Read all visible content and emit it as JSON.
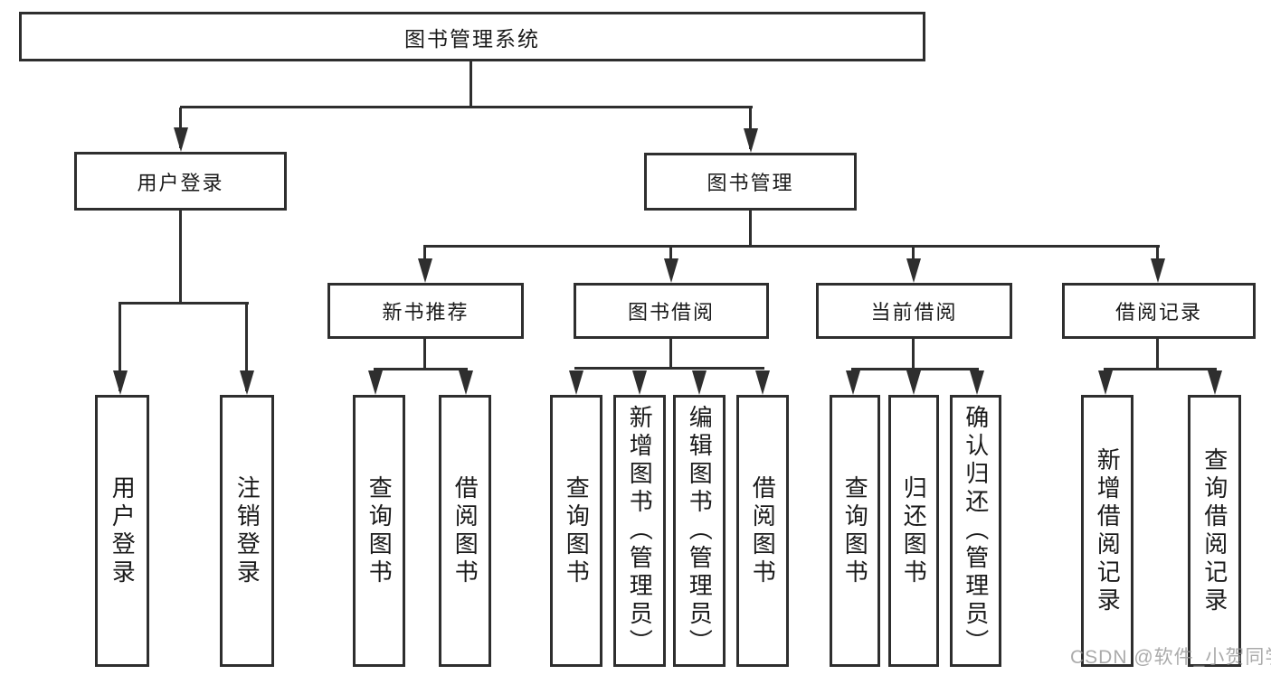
{
  "tree": {
    "root": {
      "label": "图书管理系统"
    },
    "level2": [
      {
        "label": "用户登录",
        "children": [
          {
            "label": "用户登录"
          },
          {
            "label": "注销登录"
          }
        ]
      },
      {
        "label": "图书管理",
        "children": [
          {
            "label": "新书推荐",
            "children": [
              {
                "label": "查询图书"
              },
              {
                "label": "借阅图书"
              }
            ]
          },
          {
            "label": "图书借阅",
            "children": [
              {
                "label": "查询图书"
              },
              {
                "label": "新增图书（管理员）"
              },
              {
                "label": "编辑图书（管理员）"
              },
              {
                "label": "借阅图书"
              }
            ]
          },
          {
            "label": "当前借阅",
            "children": [
              {
                "label": "查询图书"
              },
              {
                "label": "归还图书"
              },
              {
                "label": "确认归还（管理员）"
              }
            ]
          },
          {
            "label": "借阅记录",
            "children": [
              {
                "label": "新增借阅记录"
              },
              {
                "label": "查询借阅记录"
              }
            ]
          }
        ]
      }
    ]
  },
  "watermark": {
    "text": "CSDN @软件_小贺同学"
  },
  "colors": {
    "line": "#2e2e2e",
    "text": "#1a1a1a",
    "watermark": "#a8a8a8",
    "background": "#ffffff"
  }
}
